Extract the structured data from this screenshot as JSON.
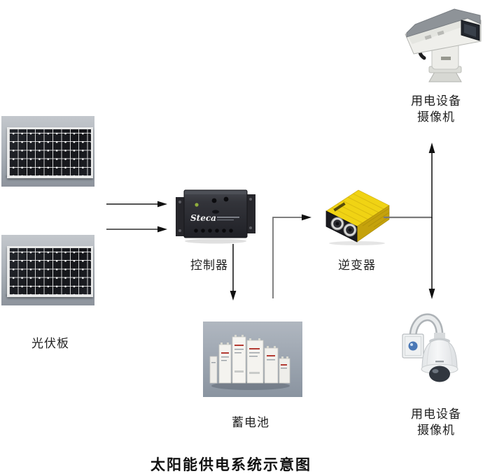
{
  "diagram": {
    "title": "太阳能供电系统示意图",
    "nodes": {
      "solar_panels": {
        "label": "光伏板"
      },
      "controller": {
        "label": "控制器",
        "brand": "Steca"
      },
      "inverter": {
        "label": "逆变器"
      },
      "battery": {
        "label": "蓄电池"
      },
      "camera_top": {
        "label_line1": "用电设备",
        "label_line2": "摄像机"
      },
      "camera_bottom": {
        "label_line1": "用电设备",
        "label_line2": "摄像机"
      }
    },
    "connections": [
      {
        "from": "solar-panel-1",
        "to": "controller",
        "type": "arrow"
      },
      {
        "from": "solar-panel-2",
        "to": "controller",
        "type": "arrow"
      },
      {
        "from": "controller",
        "to": "battery",
        "type": "arrow"
      },
      {
        "from": "battery",
        "to": "inverter",
        "type": "arrow"
      },
      {
        "from": "inverter",
        "to": "camera-top",
        "type": "arrow"
      },
      {
        "from": "inverter",
        "to": "camera-bottom",
        "type": "arrow"
      }
    ],
    "colors": {
      "inverter_yellow": "#e9c91a",
      "controller_body": "#2b2c31",
      "photo_background": "#aab0b8",
      "battery_background": "#96a0ac",
      "arrow": "#1c1c1c"
    }
  }
}
